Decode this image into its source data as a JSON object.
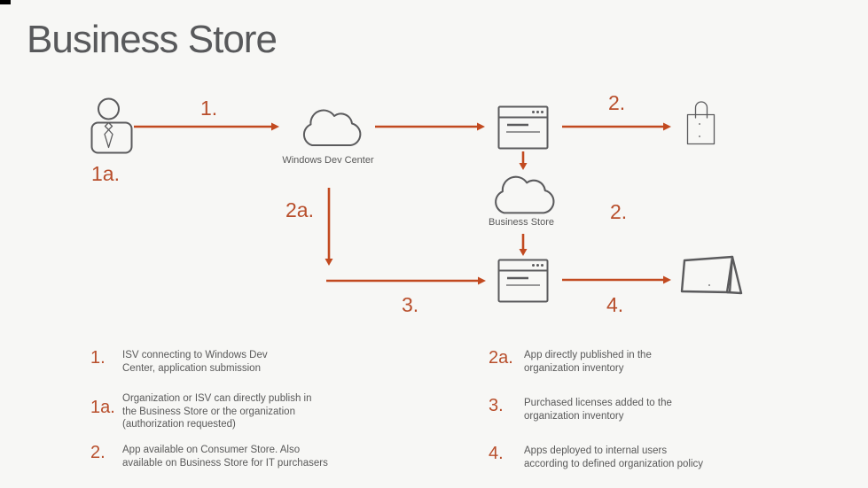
{
  "slide": {
    "title": "Business Store"
  },
  "colors": {
    "bg": "#F7F7F5",
    "title": "#58595B",
    "text": "#595959",
    "accent": "#B84E2B",
    "arrow": "#C24A20",
    "icon": "#5B5B5D"
  },
  "flow": {
    "step1_label": "1.",
    "step1a_label": "1a.",
    "step2_top_label": "2.",
    "step2a_label": "2a.",
    "step2_mid_label": "2.",
    "step3_label": "3.",
    "step4_label": "4.",
    "dev_center_label": "Windows Dev Center",
    "business_store_label": "Business Store",
    "icons": {
      "actor": "person-icon",
      "dev_center": "cloud-icon",
      "consumer_store_window": "browser-window-icon",
      "consumer_store": "shopping-bag-icon",
      "business_store": "cloud-icon",
      "inventory_window": "browser-window-icon",
      "deployment_target": "display-tent-icon"
    }
  },
  "legend": {
    "left": [
      {
        "number": "1.",
        "text": "ISV connecting to Windows Dev\nCenter, application submission"
      },
      {
        "number": "1a.",
        "text": "Organization or ISV can directly publish in\nthe Business Store or the organization\n(authorization requested)"
      },
      {
        "number": "2.",
        "text": "App available on Consumer Store. Also\navailable on Business Store for IT purchasers"
      }
    ],
    "right": [
      {
        "number": "2a.",
        "text": "App directly published in the\norganization inventory"
      },
      {
        "number": "3.",
        "text": "Purchased licenses added to the\norganization inventory"
      },
      {
        "number": "4.",
        "text": "Apps deployed to internal users\naccording to defined organization policy"
      }
    ]
  }
}
